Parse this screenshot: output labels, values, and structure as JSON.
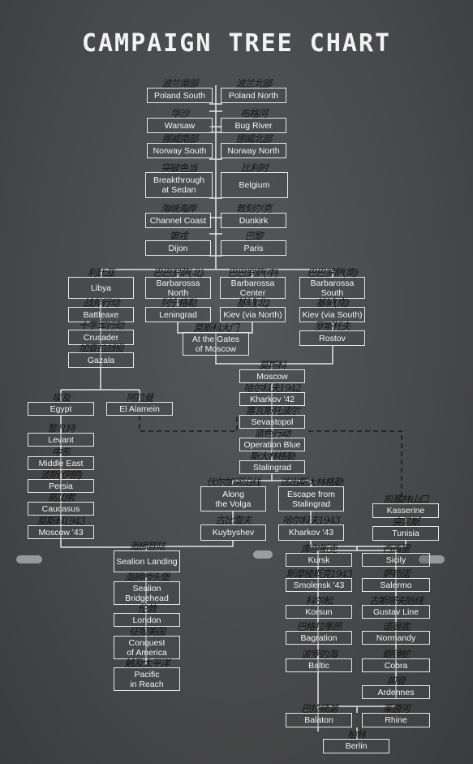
{
  "title": "CAMPAIGN TREE CHART",
  "nodes": [
    {
      "id": "poland_s",
      "label": "Poland South",
      "note": "波兰南部"
    },
    {
      "id": "poland_n",
      "label": "Poland North",
      "note": "波兰北部"
    },
    {
      "id": "warsaw",
      "label": "Warsaw",
      "note": "华沙"
    },
    {
      "id": "bug",
      "label": "Bug River",
      "note": "布格河"
    },
    {
      "id": "norway_s",
      "label": "Norway South",
      "note": "挪威南部"
    },
    {
      "id": "norway_n",
      "label": "Norway North",
      "note": "挪威北部"
    },
    {
      "id": "sedan",
      "label": "Breakthrough\nat Sedan",
      "note": "突破色当"
    },
    {
      "id": "belgium",
      "label": "Belgium",
      "note": "比利时"
    },
    {
      "id": "channel",
      "label": "Channel Coast",
      "note": "海峡海岸"
    },
    {
      "id": "dunkirk",
      "label": "Dunkirk",
      "note": "敦刻尔克"
    },
    {
      "id": "dijon",
      "label": "Dijon",
      "note": "第戎"
    },
    {
      "id": "paris",
      "label": "Paris",
      "note": "巴黎"
    },
    {
      "id": "libya",
      "label": "Libya",
      "note": "利比亚"
    },
    {
      "id": "barb_n",
      "label": "Barbarossa\nNorth",
      "note": "巴巴罗萨(北)"
    },
    {
      "id": "barb_c",
      "label": "Barbarossa\nCenter",
      "note": "巴巴罗萨(中)"
    },
    {
      "id": "barb_s",
      "label": "Barbarossa\nSouth",
      "note": "巴巴罗萨(南)"
    },
    {
      "id": "battleaxe",
      "label": "Battleaxe",
      "note": "战斧行动"
    },
    {
      "id": "leningrad",
      "label": "Leningrad",
      "note": "列宁格勒"
    },
    {
      "id": "kiev_n",
      "label": "Kiev (via North)",
      "note": "基辅(北)"
    },
    {
      "id": "kiev_s",
      "label": "Kiev (via South)",
      "note": "基辅(南)"
    },
    {
      "id": "crusader",
      "label": "Crusader",
      "note": "十字军行动"
    },
    {
      "id": "gates",
      "label": "At the Gates\nof Moscow",
      "note": "莫斯科大门"
    },
    {
      "id": "rostov",
      "label": "Rostov",
      "note": "罗斯托夫"
    },
    {
      "id": "gazala",
      "label": "Gazala",
      "note": "加查拉战役"
    },
    {
      "id": "moscow",
      "label": "Moscow",
      "note": "莫斯科"
    },
    {
      "id": "kharkov42",
      "label": "Kharkov '42",
      "note": "哈尔科夫1942"
    },
    {
      "id": "egypt",
      "label": "Egypt",
      "note": "埃及"
    },
    {
      "id": "alamein",
      "label": "El Alamein",
      "note": "阿拉曼"
    },
    {
      "id": "sevastopol",
      "label": "Sevastopol",
      "note": "塞瓦斯托波尔"
    },
    {
      "id": "levant",
      "label": "Levant",
      "note": "黎凡特"
    },
    {
      "id": "opblue",
      "label": "Operation Blue",
      "note": "蓝色行动"
    },
    {
      "id": "mideast",
      "label": "Middle East",
      "note": "中东"
    },
    {
      "id": "stalingrad",
      "label": "Stalingrad",
      "note": "斯大林格勒"
    },
    {
      "id": "persia",
      "label": "Persia",
      "note": "波斯(伊朗)"
    },
    {
      "id": "volga",
      "label": "Along\nthe Volga",
      "note": "伏尔加河沿线"
    },
    {
      "id": "escape",
      "label": "Escape from\nStalingrad",
      "note": "逃出斯大林格勒"
    },
    {
      "id": "caucasus",
      "label": "Caucasus",
      "note": "高加索"
    },
    {
      "id": "kasserine",
      "label": "Kasserine",
      "note": "凯塞林山口"
    },
    {
      "id": "moscow43",
      "label": "Moscow '43",
      "note": "莫斯科1943"
    },
    {
      "id": "kuybyshev",
      "label": "Kuybyshev",
      "note": "古比雪夫"
    },
    {
      "id": "kharkov43",
      "label": "Kharkov '43",
      "note": "哈尔科夫1943"
    },
    {
      "id": "tunisia",
      "label": "Tunisia",
      "note": "突尼斯"
    },
    {
      "id": "sealion",
      "label": "Sealion Landing",
      "note": "海狮登陆"
    },
    {
      "id": "kursk",
      "label": "Kursk",
      "note": "库尔斯克"
    },
    {
      "id": "sicily",
      "label": "Sicily",
      "note": "西西里"
    },
    {
      "id": "bridgehead",
      "label": "Sealion\nBridgehead",
      "note": "海狮桥头堡"
    },
    {
      "id": "smolensk",
      "label": "Smolensk '43",
      "note": "斯摩棱斯克1943"
    },
    {
      "id": "salerno",
      "label": "Salermo",
      "note": "萨勒诺"
    },
    {
      "id": "london",
      "label": "London",
      "note": "伦敦"
    },
    {
      "id": "korsun",
      "label": "Korsun",
      "note": "科尔松"
    },
    {
      "id": "gustav",
      "label": "Gustav Line",
      "note": "古斯塔夫防线"
    },
    {
      "id": "america",
      "label": "Conquest\nof America",
      "note": "征服美国"
    },
    {
      "id": "bagration",
      "label": "Bagration",
      "note": "巴格拉季昂"
    },
    {
      "id": "normandy",
      "label": "Normandy",
      "note": "诺曼底"
    },
    {
      "id": "pacific",
      "label": "Pacific\nin Reach",
      "note": "触及太平洋"
    },
    {
      "id": "baltic",
      "label": "Baltic",
      "note": "波罗的海"
    },
    {
      "id": "cobra",
      "label": "Cobra",
      "note": "眼镜蛇"
    },
    {
      "id": "ardennes",
      "label": "Ardennes",
      "note": "阿登"
    },
    {
      "id": "balaton",
      "label": "Balaton",
      "note": "巴拉顿湖"
    },
    {
      "id": "rhine",
      "label": "Rhine",
      "note": "莱茵河"
    },
    {
      "id": "berlin",
      "label": "Berlin",
      "note": "柏林"
    }
  ]
}
